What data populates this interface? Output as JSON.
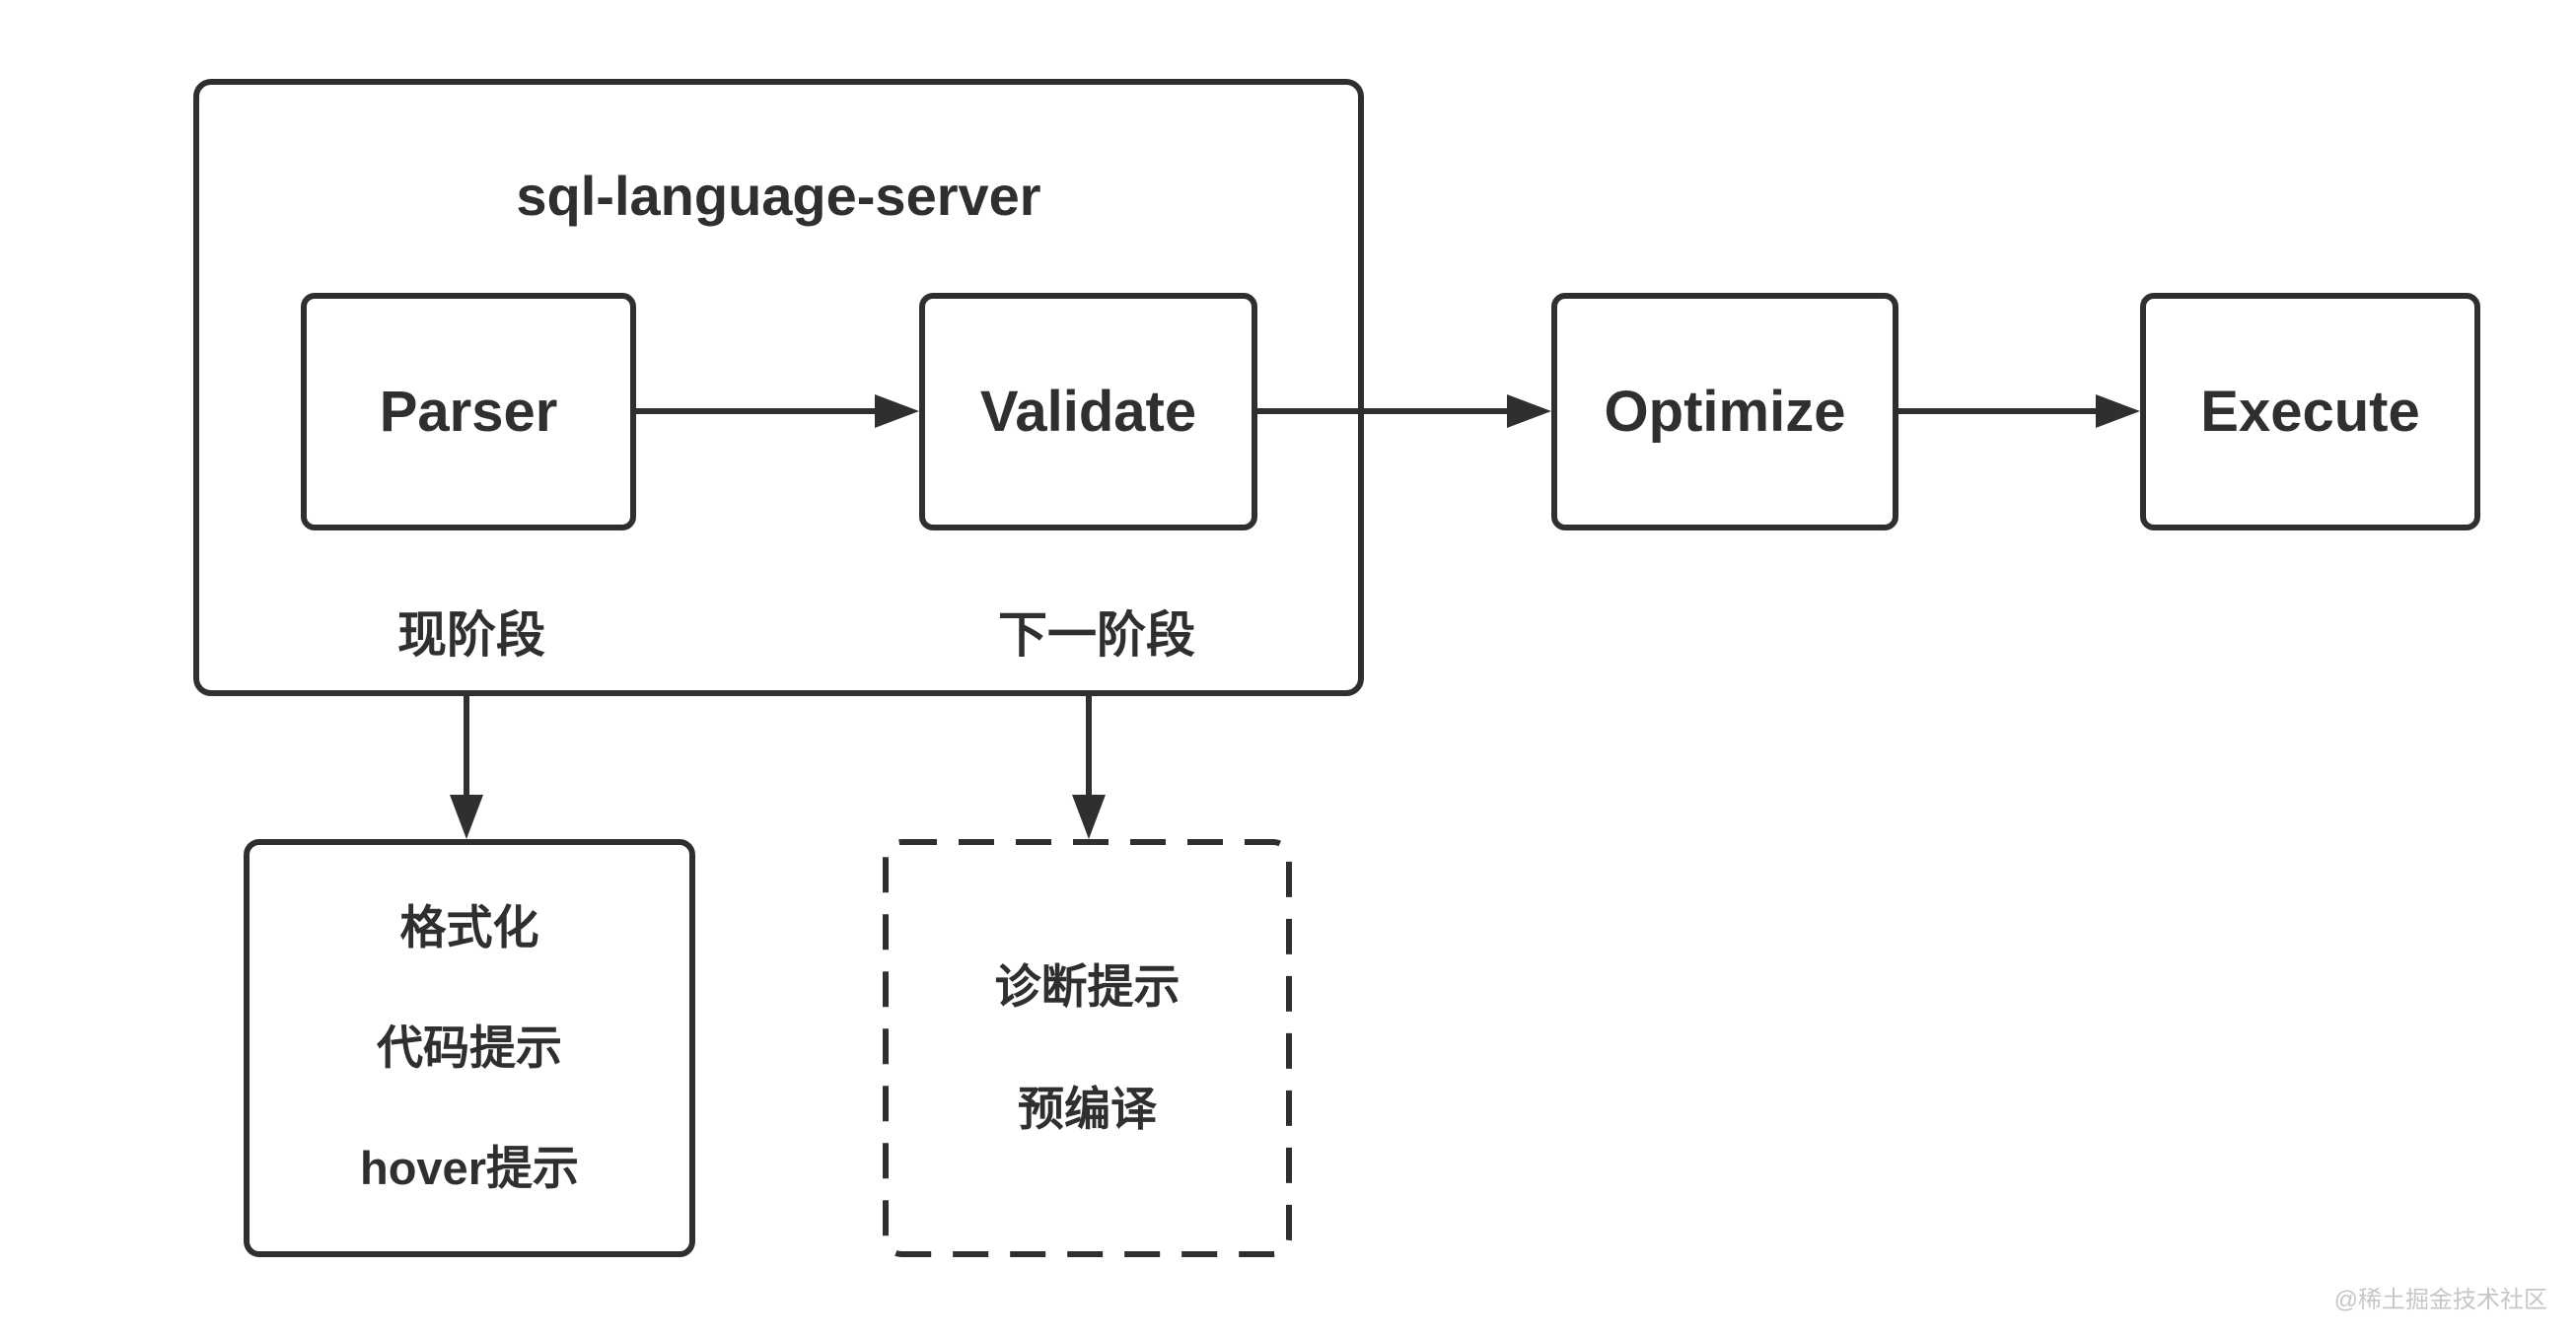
{
  "diagram": {
    "title": "sql-language-server",
    "nodes": [
      {
        "id": "parser",
        "label": "Parser"
      },
      {
        "id": "validate",
        "label": "Validate"
      },
      {
        "id": "optimize",
        "label": "Optimize"
      },
      {
        "id": "execute",
        "label": "Execute"
      }
    ],
    "edges": [
      {
        "from": "Parser",
        "to": "Validate",
        "style": "arrow-right"
      },
      {
        "from": "Validate",
        "to": "Optimize",
        "style": "arrow-right"
      },
      {
        "from": "Optimize",
        "to": "Execute",
        "style": "arrow-right"
      },
      {
        "from": "现阶段",
        "to": "current-features-box",
        "style": "arrow-down"
      },
      {
        "from": "下一阶段",
        "to": "next-features-box",
        "style": "arrow-down"
      }
    ],
    "stages": [
      {
        "id": "current",
        "label": "现阶段"
      },
      {
        "id": "next",
        "label": "下一阶段"
      }
    ],
    "current_features": {
      "border_style": "solid",
      "items": [
        "格式化",
        "代码提示",
        "hover提示"
      ]
    },
    "next_features": {
      "border_style": "dashed",
      "items": [
        "诊断提示",
        "预编译"
      ]
    },
    "watermark": "@稀土掘金技术社区",
    "colors": {
      "stroke": "#2f2f31",
      "text": "#2f2f31",
      "watermark": "#c6c6ca",
      "background": "#ffffff"
    }
  }
}
